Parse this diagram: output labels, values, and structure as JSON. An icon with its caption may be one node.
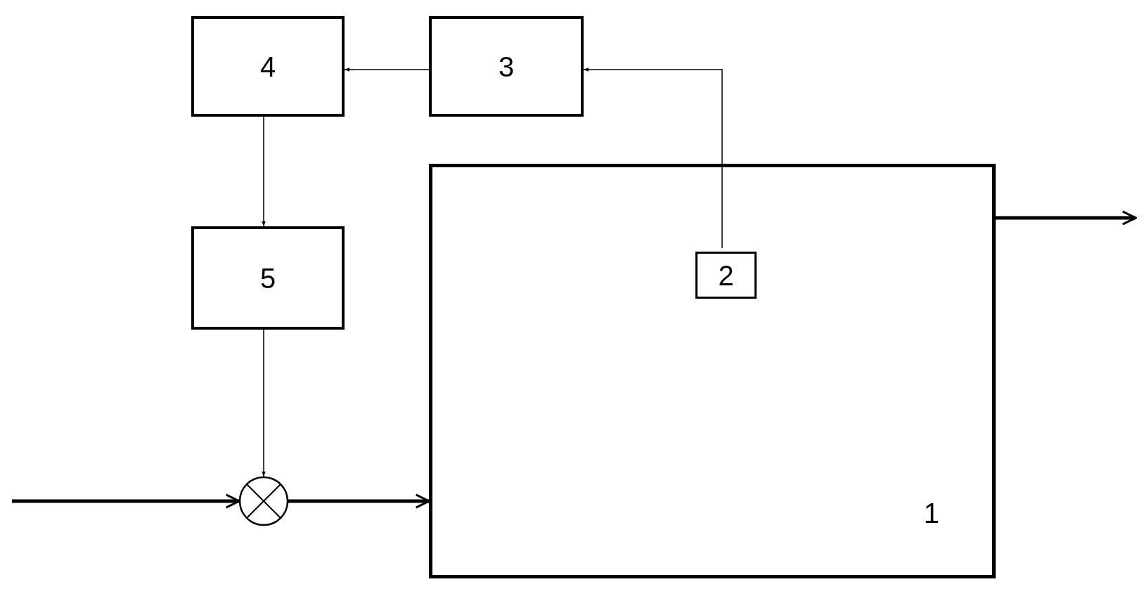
{
  "diagram": {
    "nodes": [
      {
        "text": [
          "4"
        ]
      },
      {
        "text": [
          "3"
        ]
      },
      {
        "text": [
          "1"
        ]
      },
      {
        "text": [
          "2"
        ],
        "in": 2
      },
      {
        "text": [
          "5"
        ]
      },
      {
        "text": [],
        "shape": "circle"
      }
    ],
    "edges": [
      {
        "from": 3,
        "to": 1,
        "arrow": "to"
      },
      {
        "from": 1,
        "to": 0,
        "arrow": "to"
      },
      {
        "from": 0,
        "to": 4,
        "arrow": "to"
      },
      {
        "from": 4,
        "to": 5,
        "arrow": "to"
      },
      {
        "from": null,
        "to": 5,
        "arrow": "to",
        "style": "thick"
      },
      {
        "from": 5,
        "to": 2,
        "arrow": "to",
        "style": "thick"
      },
      {
        "from": 2,
        "to": null,
        "arrow": "to",
        "style": "thick"
      }
    ]
  }
}
